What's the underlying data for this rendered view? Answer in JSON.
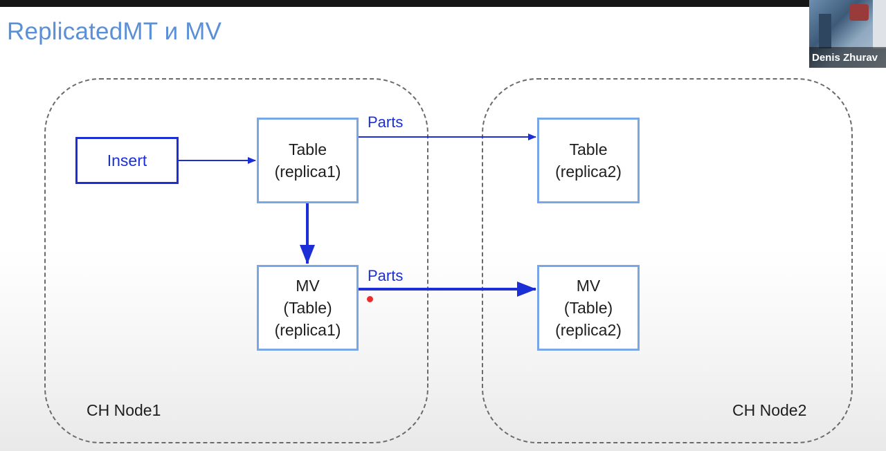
{
  "slide": {
    "title": "ReplicatedMT и MV"
  },
  "nodes": [
    {
      "label": "CH Node1"
    },
    {
      "label": "CH Node2"
    }
  ],
  "boxes": {
    "insert": {
      "lines": [
        "Insert"
      ]
    },
    "table_replica1": {
      "lines": [
        "Table",
        "(replica1)"
      ]
    },
    "table_replica2": {
      "lines": [
        "Table",
        "(replica2)"
      ]
    },
    "mv_replica1": {
      "lines": [
        "MV",
        "(Table)",
        "(replica1)"
      ]
    },
    "mv_replica2": {
      "lines": [
        "MV",
        "(Table)",
        "(replica2)"
      ]
    }
  },
  "edges": {
    "parts_top": {
      "label": "Parts"
    },
    "parts_bottom": {
      "label": "Parts"
    }
  },
  "webcam": {
    "participant_name": "Denis Zhurav"
  },
  "colors": {
    "title": "#5b8fd6",
    "box_border": "#78a6e6",
    "insert_border": "#1c2fd6",
    "arrow": "#1c2fd6",
    "frame": "#6a6a6a",
    "pointer": "#ee2b2b"
  }
}
